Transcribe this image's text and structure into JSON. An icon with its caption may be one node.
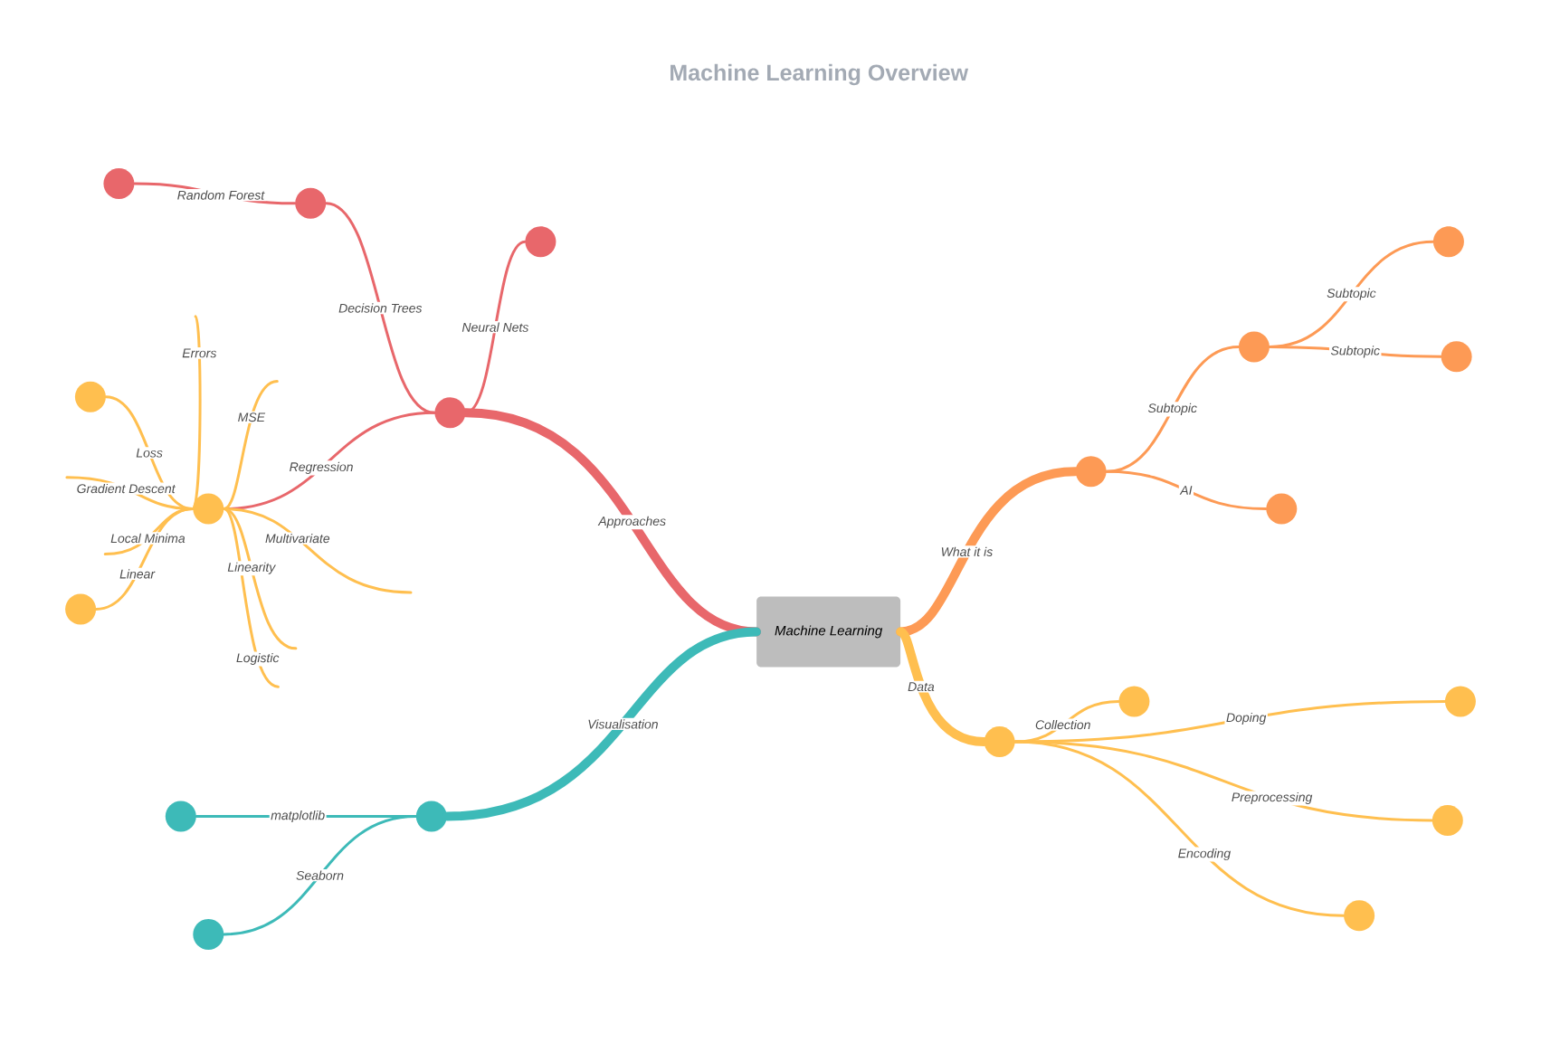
{
  "diagram": {
    "title": "Machine Learning Overview",
    "nodes": [
      {
        "text": [
          "Machine Learning"
        ]
      },
      {
        "text": [],
        "shape": "circle"
      },
      {
        "text": [],
        "shape": "circle"
      },
      {
        "text": [],
        "shape": "circle"
      },
      {
        "text": [],
        "shape": "circle"
      },
      {
        "text": [],
        "shape": "circle"
      },
      {
        "text": [],
        "shape": "circle"
      },
      {
        "text": [],
        "shape": "circle"
      },
      {
        "text": [],
        "shape": "circle"
      },
      {
        "text": [],
        "shape": "circle"
      },
      {
        "text": [],
        "shape": "circle"
      },
      {
        "text": [],
        "shape": "circle"
      },
      {
        "text": [],
        "shape": "circle"
      },
      {
        "text": [],
        "shape": "circle"
      },
      {
        "text": [],
        "shape": "circle"
      },
      {
        "text": [],
        "shape": "circle"
      },
      {
        "text": [],
        "shape": "circle"
      },
      {
        "text": [],
        "shape": "circle"
      },
      {
        "text": [],
        "shape": "circle"
      },
      {
        "text": [],
        "shape": "circle"
      },
      {
        "text": [],
        "shape": "circle"
      }
    ],
    "edges": [
      {
        "from": 0,
        "to": 9,
        "arrow": "none",
        "label": "Approaches",
        "style": "thick",
        "color": "#e8676b"
      },
      {
        "from": 9,
        "to": 7,
        "arrow": "none",
        "label": "Decision Trees",
        "color": "#e8676b"
      },
      {
        "from": 7,
        "to": 3,
        "arrow": "none",
        "label": "Random Forest",
        "color": "#e8676b"
      },
      {
        "from": 9,
        "to": 10,
        "arrow": "none",
        "label": "Neural Nets",
        "color": "#e8676b"
      },
      {
        "from": 9,
        "to": 5,
        "arrow": "none",
        "label": "Regression",
        "color": "#e8676b"
      },
      {
        "from": 5,
        "to": 2,
        "arrow": "none",
        "label": "Loss"
      },
      {
        "from": 5,
        "to": 1,
        "arrow": "none",
        "label": "Linear"
      },
      {
        "from": 5,
        "to": null,
        "arrow": "none",
        "label": "Errors"
      },
      {
        "from": 5,
        "to": null,
        "arrow": "none",
        "label": "MSE"
      },
      {
        "from": 5,
        "to": null,
        "arrow": "none",
        "label": "Gradient Descent"
      },
      {
        "from": 5,
        "to": null,
        "arrow": "none",
        "label": "Local Minima"
      },
      {
        "from": 5,
        "to": null,
        "arrow": "none",
        "label": "Multivariate"
      },
      {
        "from": 5,
        "to": null,
        "arrow": "none",
        "label": "Linearity"
      },
      {
        "from": 5,
        "to": null,
        "arrow": "none",
        "label": "Logistic"
      },
      {
        "from": 0,
        "to": 8,
        "arrow": "none",
        "label": "Visualisation",
        "style": "thick",
        "color": "#3dbab8"
      },
      {
        "from": 8,
        "to": 4,
        "arrow": "none",
        "label": "matplotlib",
        "color": "#3dbab8"
      },
      {
        "from": 8,
        "to": 6,
        "arrow": "none",
        "label": "Seaborn",
        "color": "#3dbab8"
      },
      {
        "from": 0,
        "to": 12,
        "arrow": "none",
        "label": "What it is",
        "style": "thick",
        "color": "#fd9a55"
      },
      {
        "from": 12,
        "to": 14,
        "arrow": "none",
        "label": "Subtopic",
        "color": "#fd9a55"
      },
      {
        "from": 14,
        "to": 18,
        "arrow": "none",
        "label": "Subtopic",
        "color": "#fd9a55"
      },
      {
        "from": 14,
        "to": 19,
        "arrow": "none",
        "label": "Subtopic",
        "color": "#fd9a55"
      },
      {
        "from": 12,
        "to": 15,
        "arrow": "none",
        "label": "AI",
        "color": "#fd9a55"
      },
      {
        "from": 0,
        "to": 11,
        "arrow": "none",
        "label": "Data",
        "style": "thick"
      },
      {
        "from": 11,
        "to": 13,
        "arrow": "none",
        "label": "Collection"
      },
      {
        "from": 11,
        "to": 20,
        "arrow": "none",
        "label": "Doping"
      },
      {
        "from": 11,
        "to": 17,
        "arrow": "none",
        "label": "Preprocessing"
      },
      {
        "from": 11,
        "to": 16,
        "arrow": "none",
        "label": "Encoding"
      }
    ]
  }
}
